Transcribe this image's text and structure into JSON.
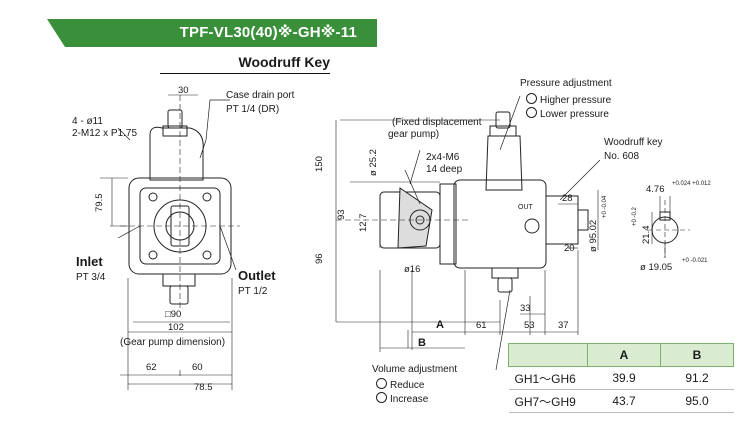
{
  "header": {
    "title": "TPF-VL30(40)※-GH※-11",
    "subtitle": "Woodruff Key",
    "accent_color": "#3a8f3a"
  },
  "left_view": {
    "ports": "4 - ø11",
    "bolts": "2-M12 x P1.75",
    "case_drain_title": "Case drain port",
    "case_drain_spec": "PT 1/4 (DR)",
    "inlet": "Inlet",
    "inlet_spec": "PT 3/4",
    "outlet": "Outlet",
    "outlet_spec": "PT 1/2",
    "gear_dim": "(Gear pump dimension)",
    "dims": {
      "d30": "30",
      "d79_5": "79.5",
      "d90": "□90",
      "d102": "102",
      "d62": "62",
      "d60": "60",
      "d78_5": "78.5"
    }
  },
  "middle_view": {
    "fixed_disp_1": "(Fixed displacement",
    "fixed_disp_2": "gear pump)",
    "bolt_holes_1": "2x4-M6",
    "bolt_holes_2": "14 deep",
    "pressure_adj": "Pressure adjustment",
    "higher": "Higher pressure",
    "lower": "Lower pressure",
    "woodruff_key": "Woodruff key",
    "woodruff_no": "No. 608",
    "volume_adj": "Volume adjustment",
    "reduce": "Reduce",
    "increase": "Increase",
    "out_label": "OUT",
    "dims": {
      "d150": "150",
      "d93": "93",
      "d96": "96",
      "d12_7": "12.7",
      "d25_2": "ø 25.2",
      "d16": "ø16",
      "dA": "A",
      "dB": "B",
      "d61": "61",
      "d33": "33",
      "d53": "53",
      "d37": "37",
      "d28": "28",
      "d20": "20",
      "d95": "ø 95.02",
      "d95_tol": "+0 -0.04"
    }
  },
  "right_view": {
    "d4_76": "4.76",
    "d4_76_tol": "+0.024 +0.012",
    "d21_4": "21.4",
    "d21_4_tol": "+0 -0.2",
    "d19_05": "ø 19.05",
    "d19_05_tol": "+0 -0.021"
  },
  "table": {
    "headers": [
      "",
      "A",
      "B"
    ],
    "rows": [
      [
        "GH1～GH6",
        "39.9",
        "91.2"
      ],
      [
        "GH7～GH9",
        "43.7",
        "95.0"
      ]
    ]
  }
}
